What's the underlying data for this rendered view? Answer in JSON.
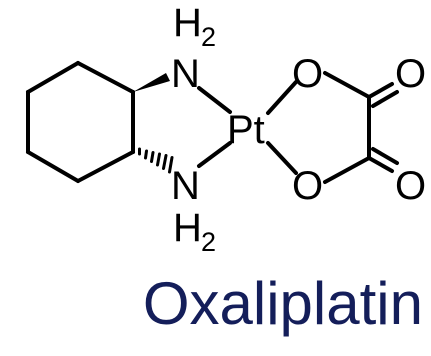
{
  "molecule": {
    "atoms": {
      "amine_top": "N",
      "amine_top_h": "H",
      "amine_top_h_count": "2",
      "amine_bottom": "N",
      "amine_bottom_h": "H",
      "amine_bottom_h_count": "2",
      "metal": "Pt",
      "oxygen_top": "O",
      "oxygen_bottom": "O",
      "carbonyl_top": "O",
      "carbonyl_bottom": "O"
    }
  },
  "caption": {
    "name": "Oxaliplatin"
  },
  "colors": {
    "structure": "#000000",
    "caption_text": "#141e5a",
    "background": "#ffffff"
  }
}
